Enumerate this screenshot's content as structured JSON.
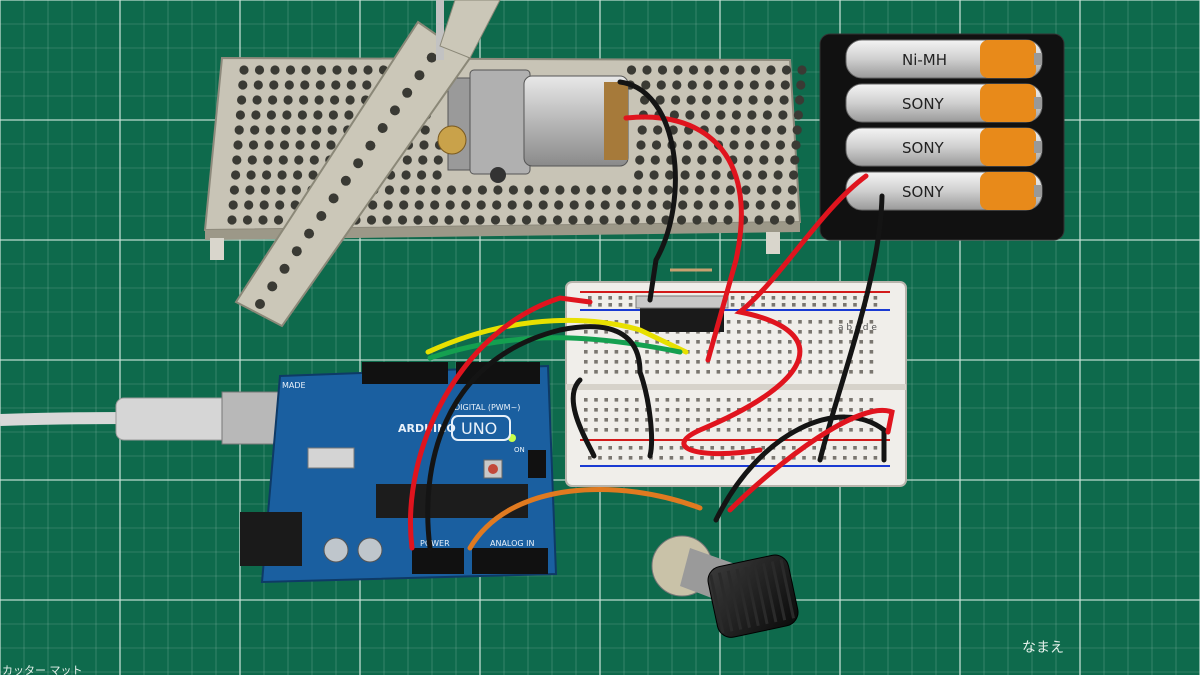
{
  "scene": {
    "arduino": {
      "brand_text": "ARDUINO",
      "model_text": "UNO",
      "header_text": "DIGITAL (PWM~)",
      "analog_text": "ANALOG IN",
      "power_text": "POWER",
      "made_text": "MADE",
      "led_label": "ON"
    },
    "batteries": [
      {
        "label": "Ni-MH"
      },
      {
        "label": "SONY"
      },
      {
        "label": "SONY"
      },
      {
        "label": "SONY"
      }
    ],
    "breadboard": {
      "row_letters": "a b c d e"
    },
    "mat": {
      "corner_text": "なまえ",
      "edge_text": "カッター マット"
    },
    "colors": {
      "mat": "#0e6a4c",
      "grid": "#cfe6dc",
      "arduino": "#1a5fa0",
      "wire_red": "#e0141e",
      "wire_black": "#141414",
      "wire_yellow": "#e8e000",
      "wire_green": "#14a050",
      "wire_orange": "#e07a20",
      "battery_orange": "#e88a1a"
    }
  }
}
